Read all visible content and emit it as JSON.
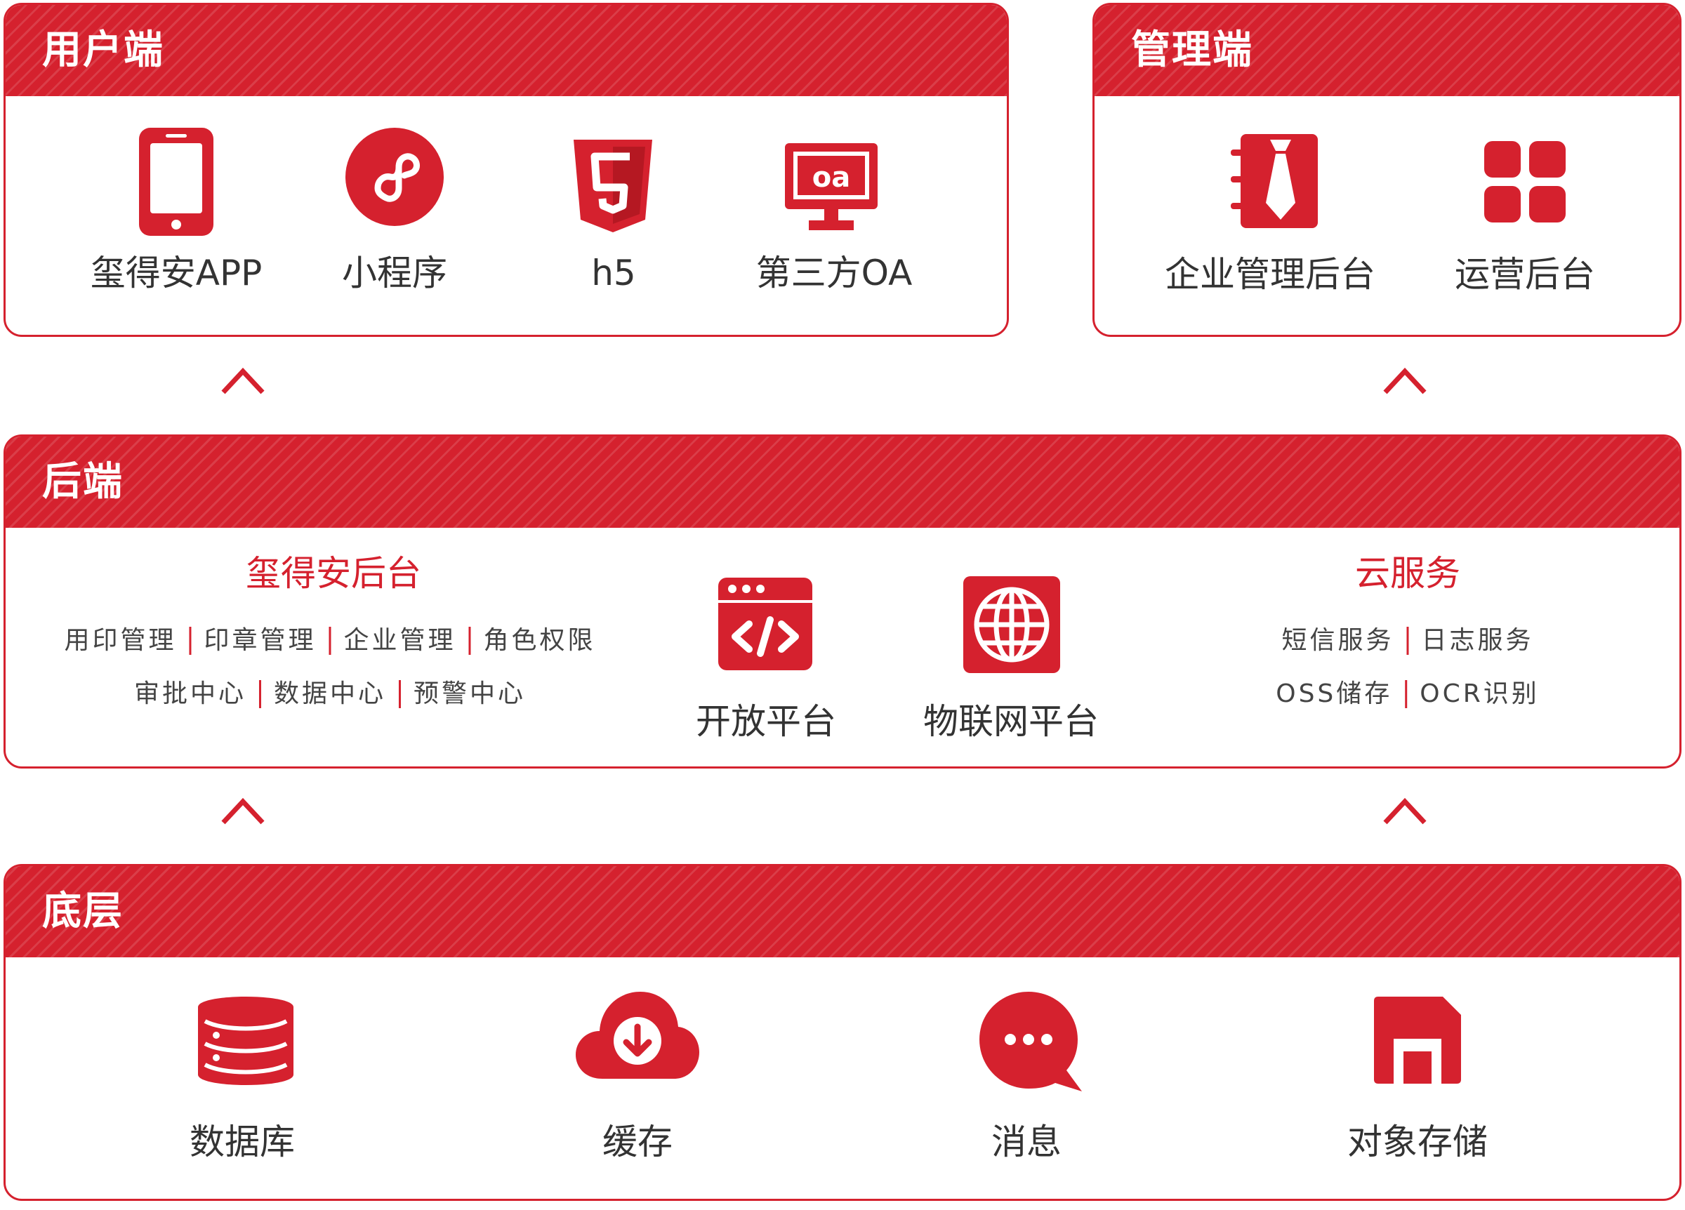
{
  "colors": {
    "accent": "#d5212e",
    "text": "#333333"
  },
  "user_panel": {
    "title": "用户端",
    "items": [
      {
        "icon": "phone-icon",
        "label": "玺得安APP"
      },
      {
        "icon": "mini-program-icon",
        "label": "小程序"
      },
      {
        "icon": "html5-icon",
        "label": "h5"
      },
      {
        "icon": "oa-monitor-icon",
        "label": "第三方OA"
      }
    ]
  },
  "admin_panel": {
    "title": "管理端",
    "items": [
      {
        "icon": "tie-notebook-icon",
        "label": "企业管理后台"
      },
      {
        "icon": "grid-icon",
        "label": "运营后台"
      }
    ]
  },
  "backend_panel": {
    "title": "后端",
    "console": {
      "title": "玺得安后台",
      "row1": [
        "用印管理",
        "印章管理",
        "企业管理",
        "角色权限"
      ],
      "row2": [
        "审批中心",
        "数据中心",
        "预警中心"
      ]
    },
    "open_platform": {
      "icon": "code-window-icon",
      "label": "开放平台"
    },
    "iot_platform": {
      "icon": "globe-icon",
      "label": "物联网平台"
    },
    "cloud": {
      "title": "云服务",
      "row1": [
        "短信服务",
        "日志服务"
      ],
      "row2": [
        "OSS储存",
        "OCR识别"
      ]
    }
  },
  "base_panel": {
    "title": "底层",
    "items": [
      {
        "icon": "database-icon",
        "label": "数据库"
      },
      {
        "icon": "cloud-download-icon",
        "label": "缓存"
      },
      {
        "icon": "chat-bubble-icon",
        "label": "消息"
      },
      {
        "icon": "save-disk-icon",
        "label": "对象存储"
      }
    ]
  }
}
